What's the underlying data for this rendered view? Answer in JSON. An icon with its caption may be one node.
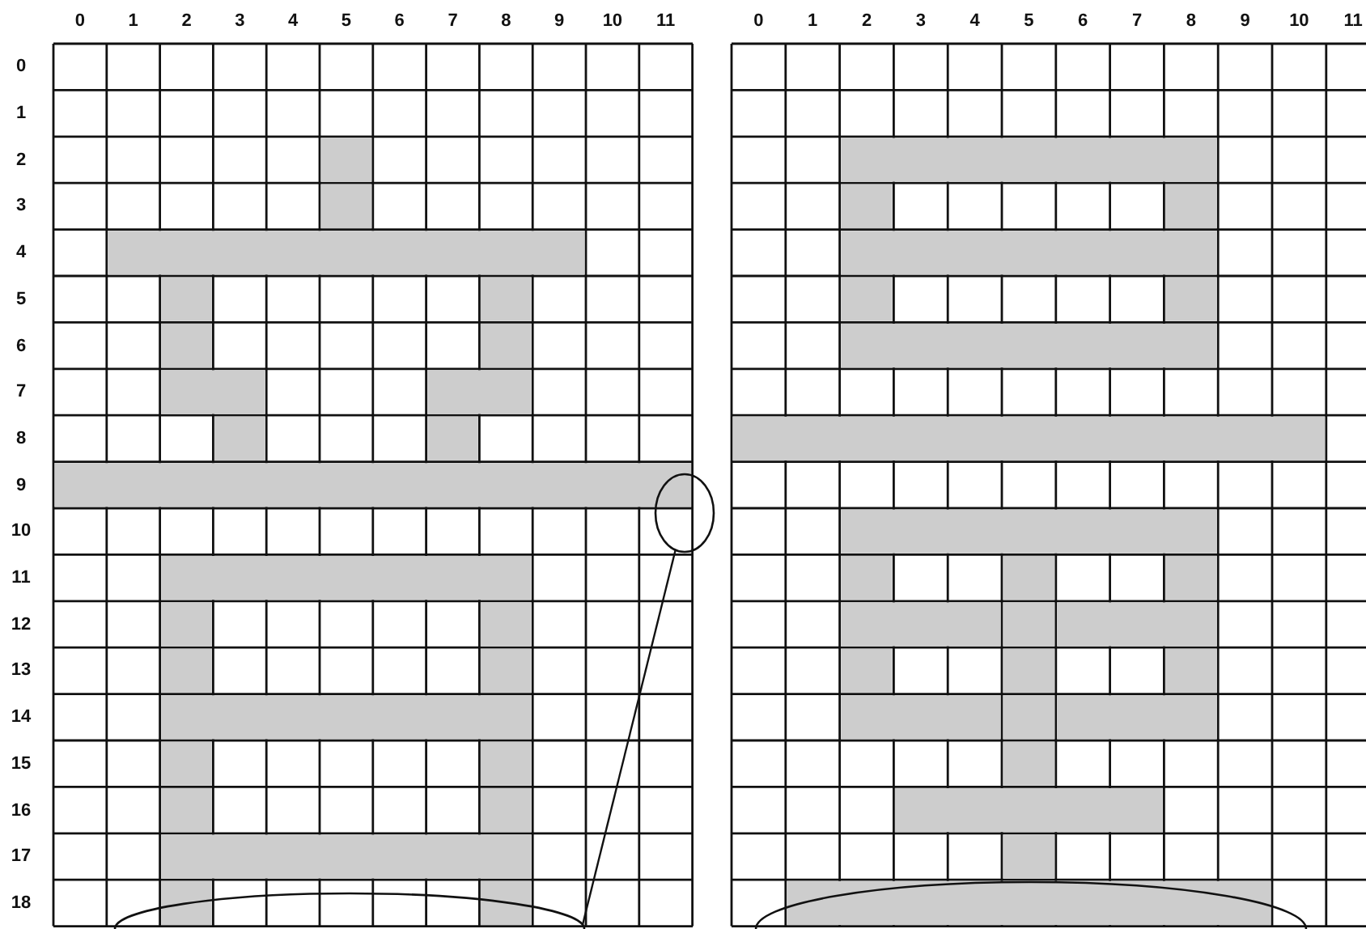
{
  "diagram": {
    "nodes": [
      {
        "text": [],
        "shape": "ellipse"
      },
      {
        "text": [],
        "shape": "ellipse"
      },
      {
        "text": [],
        "shape": "ellipse"
      }
    ],
    "edges": [
      {
        "from": 0,
        "to": 1,
        "arrow": "none"
      }
    ],
    "labels": [
      "0",
      "1",
      "2",
      "3",
      "4",
      "5",
      "6",
      "7",
      "8",
      "9",
      "10",
      "11",
      "0",
      "1",
      "2",
      "3",
      "4",
      "5",
      "6",
      "7",
      "8",
      "9",
      "10",
      "11",
      "0",
      "1",
      "2",
      "3",
      "4",
      "5",
      "6",
      "7",
      "8",
      "9",
      "10",
      "11",
      "12",
      "13",
      "14",
      "15",
      "16",
      "17",
      "18"
    ]
  }
}
